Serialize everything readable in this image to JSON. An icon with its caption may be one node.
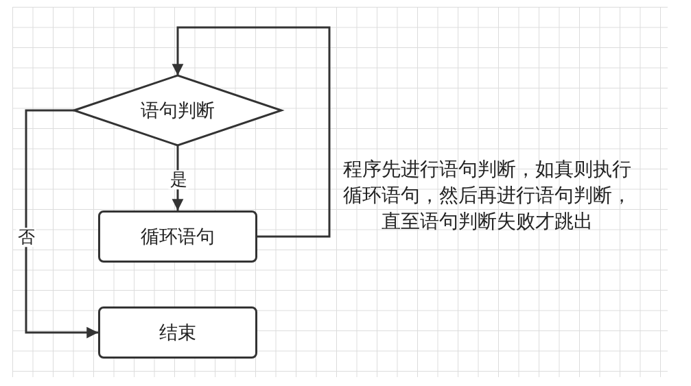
{
  "diagram": {
    "nodes": [
      {
        "text": [
          "语句判断"
        ]
      },
      {
        "text": [
          "循环语句"
        ]
      },
      {
        "text": [
          "结束"
        ]
      }
    ],
    "edges": [
      {
        "from": 0,
        "to": 1,
        "arrow": "to",
        "label": "是"
      },
      {
        "from": 1,
        "to": 0,
        "arrow": "to"
      },
      {
        "from": 0,
        "to": 2,
        "arrow": "to",
        "label": "否"
      }
    ],
    "labels": [
      "程序先进行语句判断，如真则执行循环语句，然后再进行语句判断，直至语句判断失败才跳出"
    ]
  }
}
